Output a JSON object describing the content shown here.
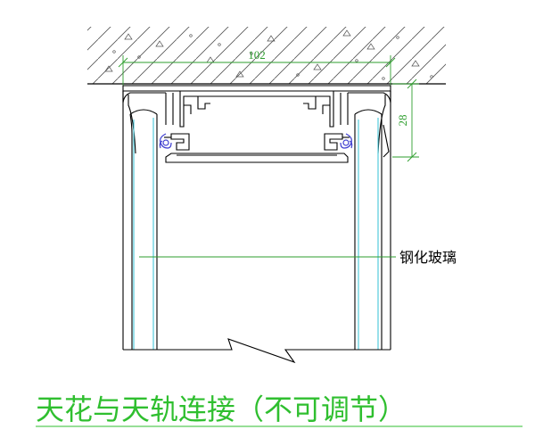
{
  "dimensions": {
    "width": "102",
    "height": "28"
  },
  "annotation": {
    "glass": "钢化玻璃"
  },
  "title": "天花与天轨连接（不可调节）",
  "colors": {
    "dimension": "#2e9e2e",
    "title": "#2fbf2f",
    "glass_edge": "#45c6d8",
    "seal": "#3f3fd0",
    "outline": "#000000"
  }
}
